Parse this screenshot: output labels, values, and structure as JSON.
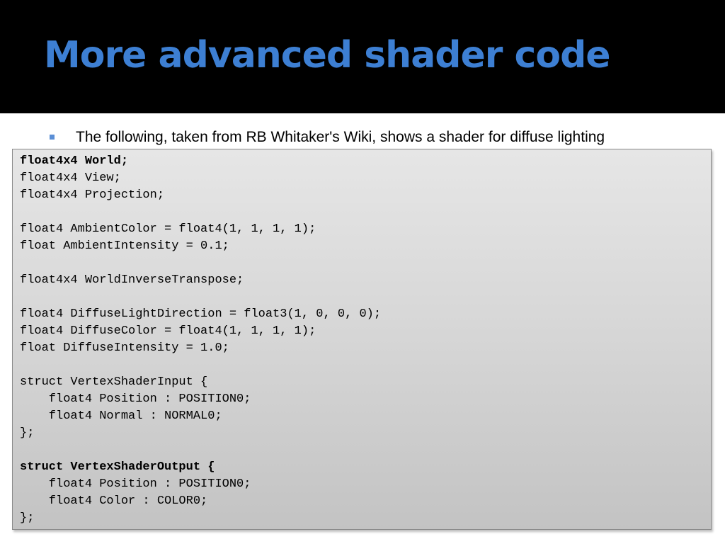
{
  "slide": {
    "title": "More advanced shader code",
    "bullet": {
      "text": "The following, taken from RB Whitaker's Wiki, shows a shader for diffuse lighting"
    },
    "code_lines": [
      {
        "text": "float4x4 World;",
        "bold": true
      },
      {
        "text": "float4x4 View;",
        "bold": false
      },
      {
        "text": "float4x4 Projection;",
        "bold": false
      },
      {
        "text": "",
        "bold": false
      },
      {
        "text": "float4 AmbientColor = float4(1, 1, 1, 1);",
        "bold": false
      },
      {
        "text": "float AmbientIntensity = 0.1;",
        "bold": false
      },
      {
        "text": "",
        "bold": false
      },
      {
        "text": "float4x4 WorldInverseTranspose;",
        "bold": false
      },
      {
        "text": "",
        "bold": false
      },
      {
        "text": "float4 DiffuseLightDirection = float3(1, 0, 0, 0);",
        "bold": false
      },
      {
        "text": "float4 DiffuseColor = float4(1, 1, 1, 1);",
        "bold": false
      },
      {
        "text": "float DiffuseIntensity = 1.0;",
        "bold": false
      },
      {
        "text": "",
        "bold": false
      },
      {
        "text": "struct VertexShaderInput {",
        "bold": false
      },
      {
        "text": "    float4 Position : POSITION0;",
        "bold": false
      },
      {
        "text": "    float4 Normal : NORMAL0;",
        "bold": false
      },
      {
        "text": "};",
        "bold": false
      },
      {
        "text": "",
        "bold": false
      },
      {
        "text": "struct VertexShaderOutput {",
        "bold": true
      },
      {
        "text": "    float4 Position : POSITION0;",
        "bold": false
      },
      {
        "text": "    float4 Color : COLOR0;",
        "bold": false
      },
      {
        "text": "};",
        "bold": false
      }
    ]
  },
  "colors": {
    "title": "#3d7fd3",
    "title_background": "#000000",
    "bullet_marker": "#5b8fd6",
    "code_background_top": "#e6e6e6",
    "code_background_bottom": "#c3c3c3"
  },
  "icons": {
    "bullet": "square-bullet-icon"
  }
}
